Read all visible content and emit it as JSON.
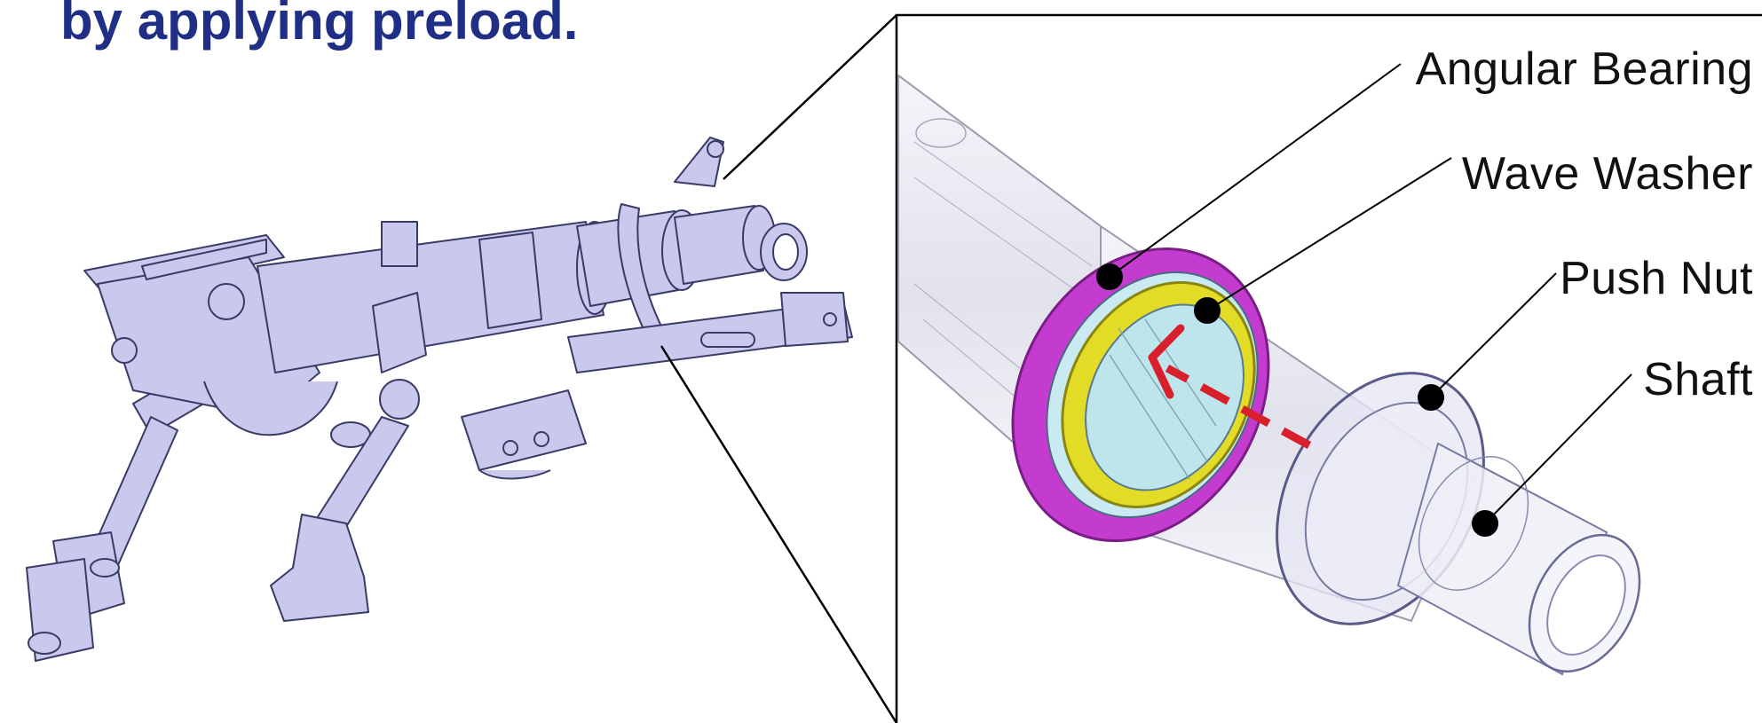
{
  "heading": {
    "text": "by applying preload."
  },
  "callouts": [
    {
      "label": "Angular Bearing"
    },
    {
      "label": "Wave Washer"
    },
    {
      "label": "Push Nut"
    },
    {
      "label": "Shaft"
    }
  ],
  "colors": {
    "heading": "#1f2f86",
    "bearing": "#c43ccf",
    "washer": "#e3dc26",
    "arrow": "#d8202c",
    "part_fill": "#c9c9ee",
    "part_stroke": "#3a3a66",
    "leader": "#000000"
  },
  "icons": [
    "red-dashed-arrow-icon",
    "callout-dot-icon"
  ]
}
